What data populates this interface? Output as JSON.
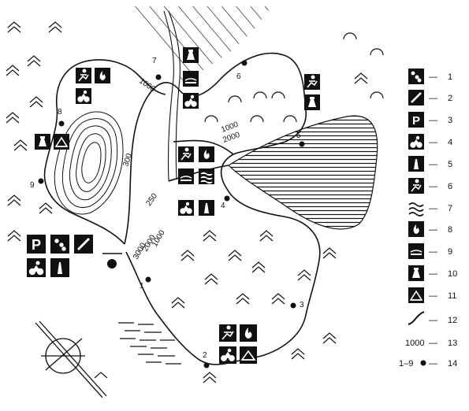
{
  "map": {
    "point_labels": [
      "1",
      "2",
      "3",
      "4",
      "5",
      "6",
      "7",
      "8",
      "9"
    ],
    "contour_labels": {
      "c1000_upper": "1000",
      "c300": "300",
      "c250": "250",
      "c1000_east": "1000",
      "c2000_east": "2000",
      "c1000_south": "1000",
      "c2000_south": "2000",
      "c3000_south": "3000"
    },
    "parking_letter": "P"
  },
  "legend": {
    "items": [
      {
        "num": "1",
        "symbol": "dots-icon"
      },
      {
        "num": "2",
        "symbol": "diagonal-slash-icon"
      },
      {
        "num": "3",
        "symbol": "parking-icon",
        "text": "P"
      },
      {
        "num": "4",
        "symbol": "cyclist-icon"
      },
      {
        "num": "5",
        "symbol": "tower-icon"
      },
      {
        "num": "6",
        "symbol": "runner-icon"
      },
      {
        "num": "7",
        "symbol": "waves-icon"
      },
      {
        "num": "8",
        "symbol": "fire-icon"
      },
      {
        "num": "9",
        "symbol": "boat-icon"
      },
      {
        "num": "10",
        "symbol": "monument-icon"
      },
      {
        "num": "11",
        "symbol": "tent-icon"
      },
      {
        "num": "12",
        "symbol": "route-line"
      },
      {
        "num": "13",
        "symbol": "distance-number",
        "text": "1000"
      },
      {
        "num": "14",
        "symbol": "checkpoint-dot",
        "text": "1–9"
      }
    ],
    "dash": "—"
  }
}
